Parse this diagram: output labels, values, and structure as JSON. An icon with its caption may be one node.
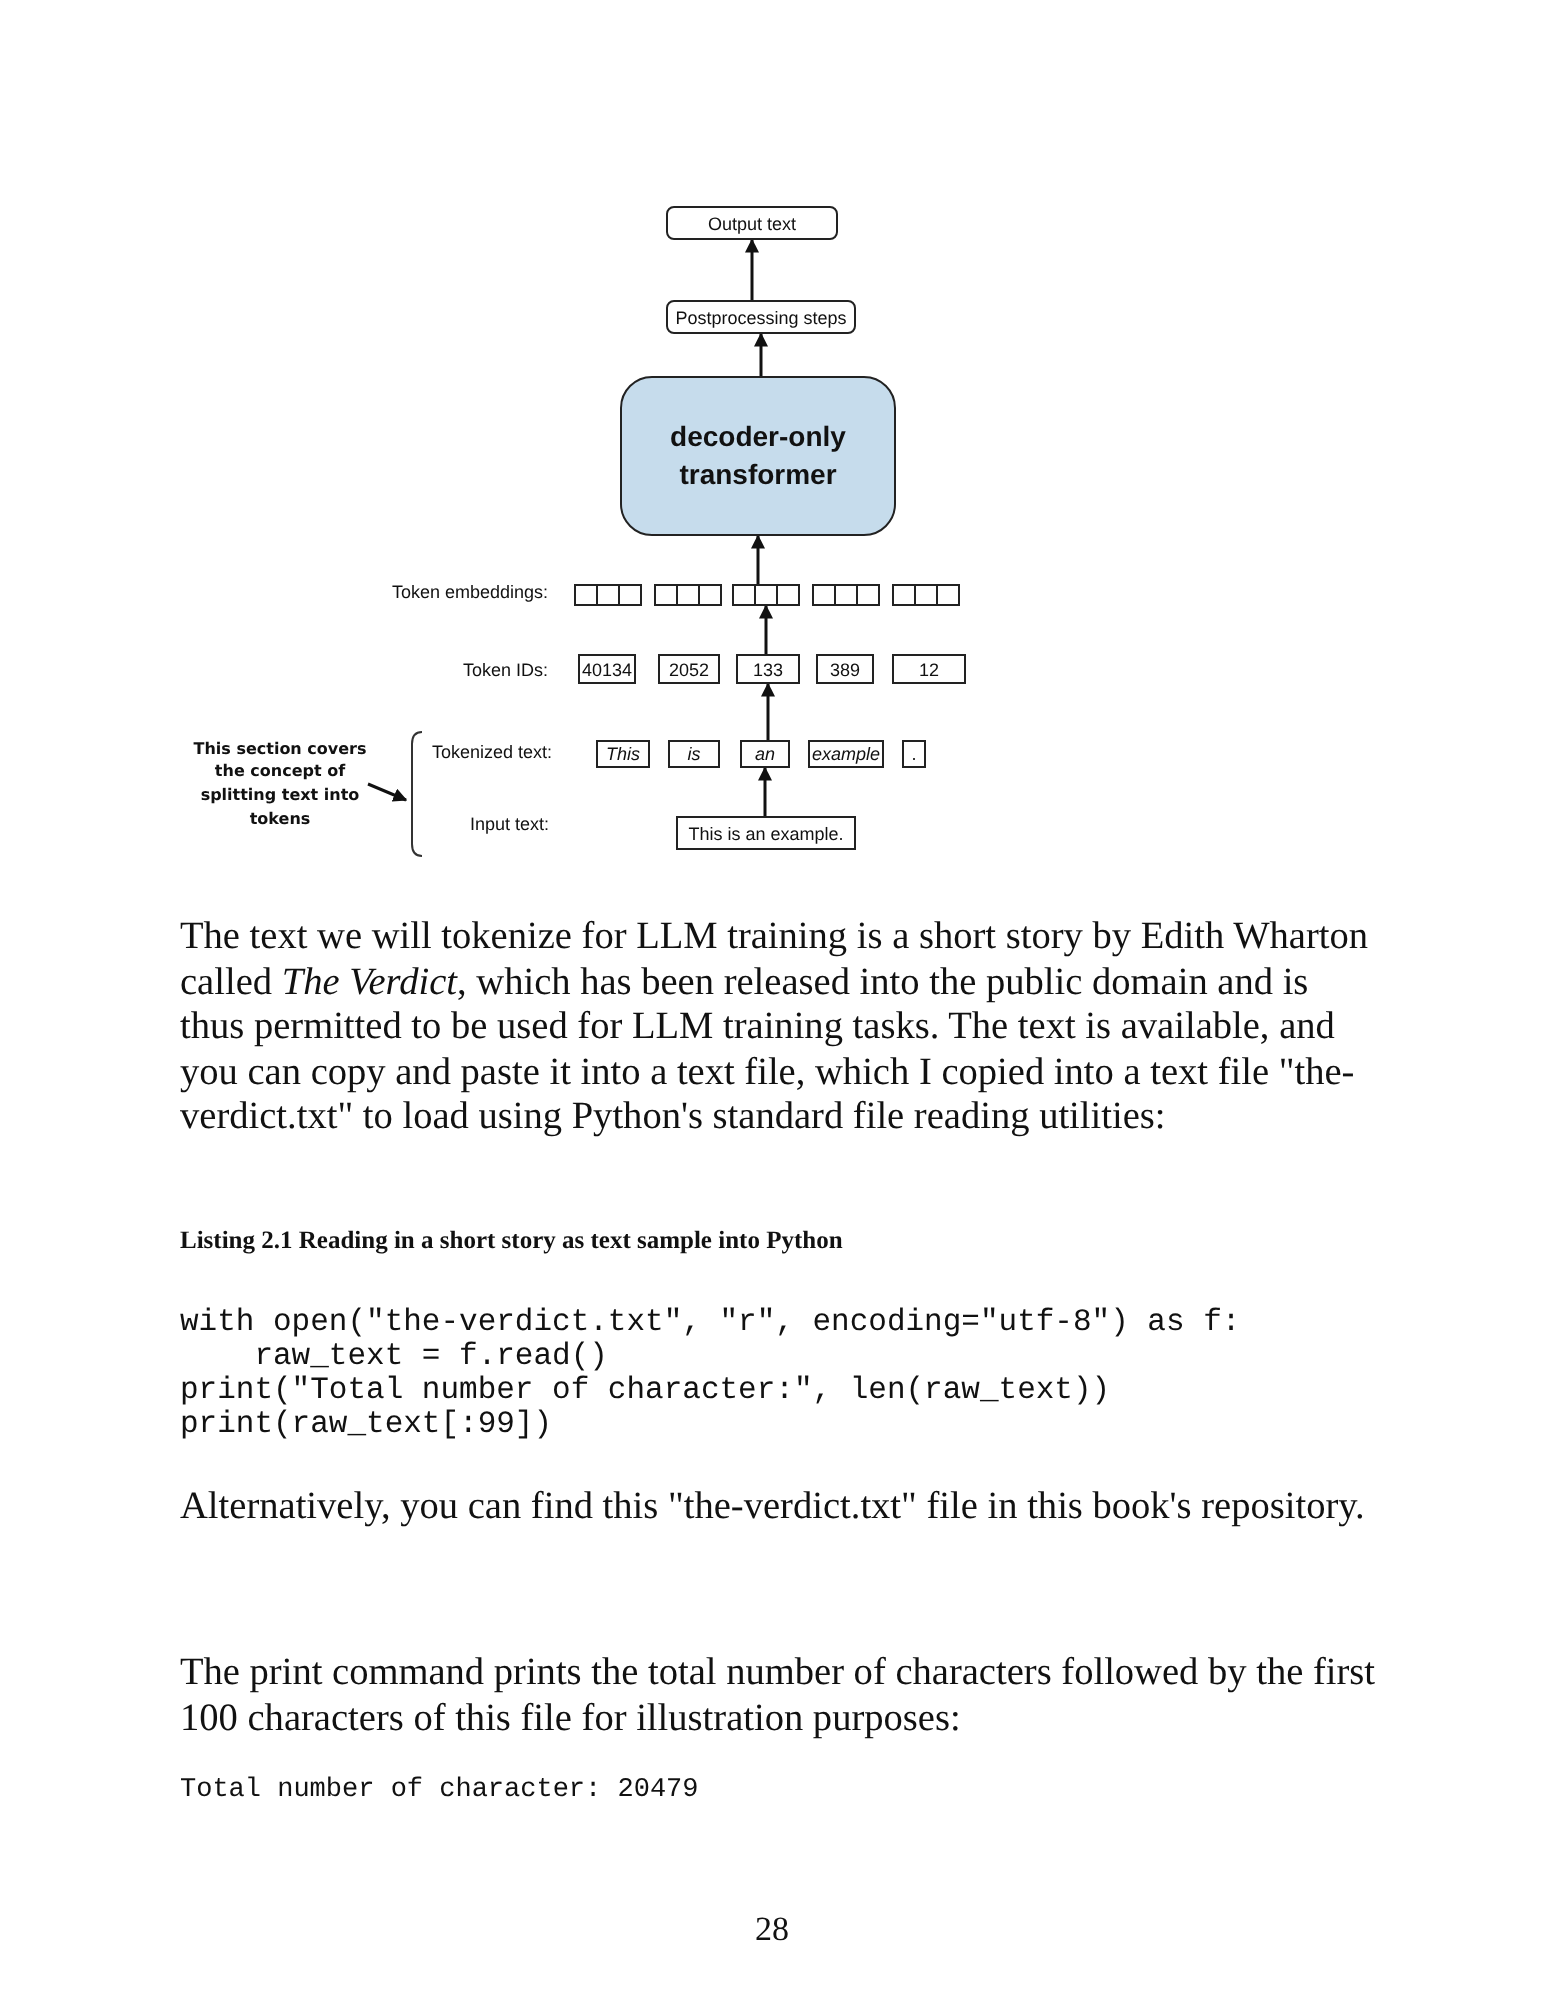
{
  "diagram": {
    "nodes": [
      {
        "text": [
          "Output text"
        ]
      },
      {
        "text": [
          "Postprocessing steps"
        ]
      },
      {
        "text": [
          "decoder-only transformer"
        ]
      },
      {
        "text": [],
        "shape": "box"
      },
      {
        "text": [],
        "shape": "box"
      },
      {
        "text": [],
        "shape": "box"
      },
      {
        "text": [],
        "shape": "box"
      },
      {
        "text": [],
        "shape": "box"
      },
      {
        "text": [
          "40134"
        ]
      },
      {
        "text": [
          "2052"
        ]
      },
      {
        "text": [
          "133"
        ]
      },
      {
        "text": [
          "389"
        ]
      },
      {
        "text": [
          "12"
        ]
      },
      {
        "text": [
          "This section covers the concept of splitting text into tokens"
        ]
      },
      {
        "text": [
          "This"
        ]
      },
      {
        "text": [
          "is"
        ]
      },
      {
        "text": [
          "an"
        ]
      },
      {
        "text": [
          "example"
        ]
      },
      {
        "text": [
          "."
        ]
      },
      {
        "text": [
          "This is an example."
        ]
      }
    ],
    "edges": [
      {
        "from": 19,
        "to": 16,
        "arrow": "to"
      },
      {
        "from": 16,
        "to": 10,
        "arrow": "to"
      },
      {
        "from": 10,
        "to": 5,
        "arrow": "to"
      },
      {
        "from": 5,
        "to": 2,
        "arrow": "to"
      },
      {
        "from": 2,
        "to": 1,
        "arrow": "to"
      },
      {
        "from": 1,
        "to": 0,
        "arrow": "to"
      },
      {
        "from": 13,
        "to": null,
        "arrow": "to"
      }
    ],
    "labels": [
      "Token embeddings:",
      "Token IDs:",
      "Tokenized text:",
      "Input text:",
      "The text we will tokenize for LLM training is a short story by Edith Wharton called *The Verdict*, which has been released into the public domain and is thus permitted to be used for LLM training tasks. The text is available, and you can copy and paste it into a text file, which I copied into a text file \"the-verdict.txt\" to load using Python's standard file reading utilities:",
      "Listing 2.1 Reading in a short story as text sample into Python",
      "with open(\"the-verdict.txt\", \"r\", encoding=\"utf-8\") as f:",
      "    raw_text = f.read()",
      "print(\"Total number of character:\", len(raw_text))",
      "print(raw_text[:99])",
      "Alternatively, you can find this \"the-verdict.txt\" file in this book's repository.",
      "The print command prints the total number of characters followed by the first 100 characters of this file for illustration purposes:",
      "Total number of character: 20479",
      "28"
    ]
  }
}
